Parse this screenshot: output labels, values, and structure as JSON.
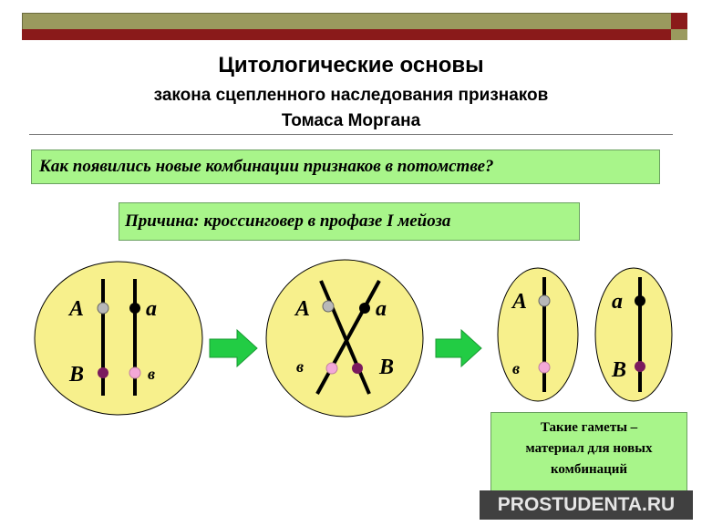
{
  "title": {
    "line1": "Цитологические основы",
    "line2": "закона сцепленного наследования признаков",
    "line3": "Томаса Моргана"
  },
  "question": "Как появились новые комбинации признаков в потомстве?",
  "reason": "Причина: кроссинговер в профазе I мейоза",
  "cells": {
    "cell1": {
      "top_left": "А",
      "top_right": "а",
      "bottom_left": "В",
      "bottom_right": "в"
    },
    "cell2": {
      "top_left": "А",
      "top_right": "а",
      "bottom_left": "в",
      "bottom_right": "В"
    },
    "gamete1": {
      "top": "А",
      "bottom": "в"
    },
    "gamete2": {
      "top": "а",
      "bottom": "В"
    }
  },
  "note": {
    "line1": "Такие гаметы –",
    "line2": "материал для новых",
    "line3": "комбинаций"
  },
  "watermark": "PROSTUDENTA.RU",
  "colors": {
    "cell_fill": "#f7f08c",
    "box_green": "#a8f58a",
    "arrow_green": "#22cc44",
    "allele_gray": "#b8b8b8",
    "allele_black": "#000000",
    "allele_purple": "#7a1a5e",
    "allele_pink": "#f3a8d8"
  }
}
